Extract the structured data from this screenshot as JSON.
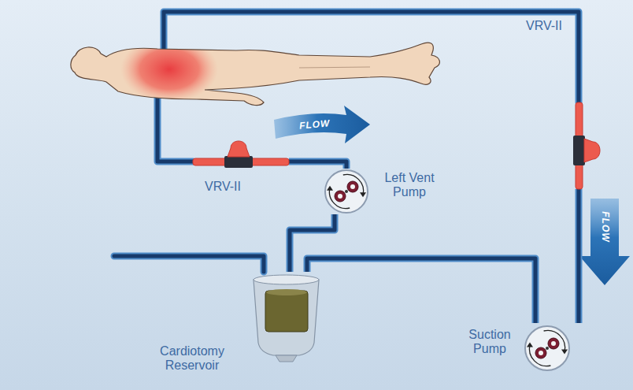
{
  "diagram": {
    "nodes": [
      {
        "text": [
          "VRV-II"
        ]
      },
      {
        "text": [
          "Left Vent Pump"
        ]
      },
      {
        "text": [
          "VRV-II"
        ]
      },
      {
        "text": [
          "Suction Pump"
        ]
      },
      {
        "text": [
          "Cardiotomy Reservoir"
        ]
      }
    ],
    "edges": [
      {
        "from": 0,
        "to": 1,
        "arrow": "none"
      },
      {
        "from": 1,
        "to": 4,
        "arrow": "none"
      },
      {
        "from": 2,
        "to": 3,
        "arrow": "none"
      },
      {
        "from": 3,
        "to": 4,
        "arrow": "none"
      }
    ],
    "labels": [
      "FLOW",
      "FLOW"
    ]
  }
}
